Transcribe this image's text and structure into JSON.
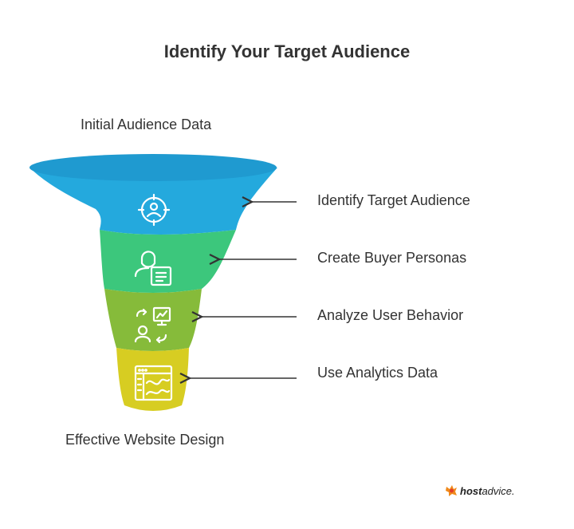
{
  "title": "Identify Your Target Audience",
  "top_label": "Initial Audience Data",
  "bottom_label": "Effective Website Design",
  "stages": [
    {
      "label": "Identify Target Audience",
      "icon": "target-user-icon",
      "color": "#24a9dd"
    },
    {
      "label": "Create Buyer Personas",
      "icon": "persona-document-icon",
      "color": "#3cc77c"
    },
    {
      "label": "Analyze User Behavior",
      "icon": "user-analytics-icon",
      "color": "#86bb3a"
    },
    {
      "label": "Use Analytics Data",
      "icon": "analytics-dashboard-icon",
      "color": "#d7cd22"
    }
  ],
  "brand": {
    "bold": "host",
    "rest": "advice.",
    "icon": "hostadvice-logo-icon"
  }
}
